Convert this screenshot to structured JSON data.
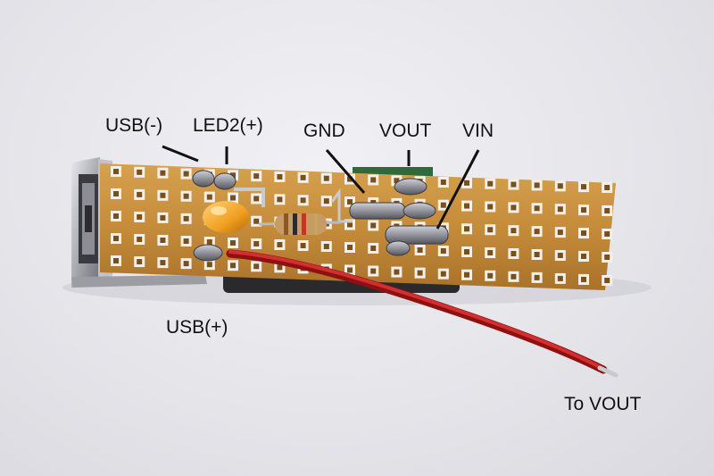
{
  "labels": {
    "usb_minus": "USB(-)",
    "led2_plus": "LED2(+)",
    "gnd": "GND",
    "vout": "VOUT",
    "vin": "VIN",
    "usb_plus": "USB(+)",
    "to_vout": "To VOUT"
  },
  "colors": {
    "background": "#e7e7ec",
    "board": "#c58c3a",
    "wire": "#b01818",
    "led": "#f0a020",
    "connector": "#b9b9bf",
    "label_text": "#111111"
  }
}
